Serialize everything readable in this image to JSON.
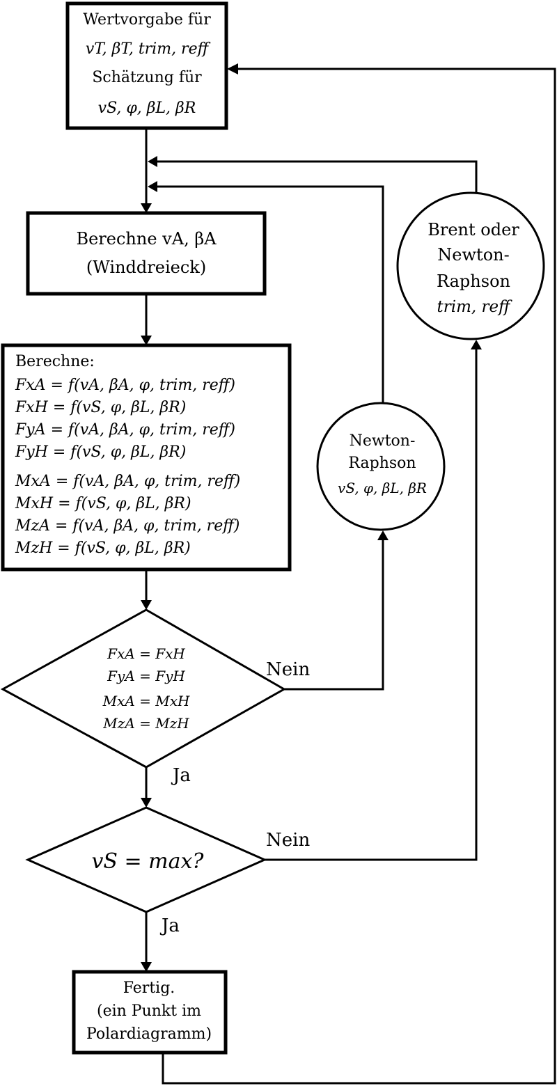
{
  "start_box": {
    "line1": "Wertvorgabe für",
    "line2": "vT, βT, trim, reff",
    "line3": "Schätzung für",
    "line4": "vS, φ, βL, βR"
  },
  "wind_box": {
    "line1": "Berechne vA, βA",
    "line2": "(Winddreieck)"
  },
  "calc_box": {
    "heading": "Berechne:",
    "equations": [
      "FxA = f(vA, βA, φ, trim, reff)",
      "FxH = f(vS, φ, βL, βR)",
      "FyA = f(vA, βA, φ, trim, reff)",
      "FyH = f(vS, φ, βL, βR)",
      "MxA = f(vA, βA, φ, trim, reff)",
      "MxH = f(vS, φ, βL, βR)",
      "MzA = f(vA, βA, φ, trim, reff)",
      "MzH = f(vS, φ, βL, βR)"
    ]
  },
  "balance_decision": {
    "conditions": [
      "FxA = FxH",
      "FyA = FyH",
      "MxA = MxH",
      "MzA = MzH"
    ],
    "no_label": "Nein",
    "yes_label": "Ja"
  },
  "newton_circle": {
    "line1": "Newton-",
    "line2": "Raphson",
    "line3": "vS, φ, βL, βR"
  },
  "brent_circle": {
    "line1": "Brent oder",
    "line2": "Newton-",
    "line3": "Raphson",
    "line4": "trim, reff"
  },
  "speed_decision": {
    "condition": "vS = max?",
    "no_label": "Nein",
    "yes_label": "Ja"
  },
  "end_box": {
    "line1": "Fertig.",
    "line2": "(ein Punkt im",
    "line3": "Polardiagramm)"
  }
}
